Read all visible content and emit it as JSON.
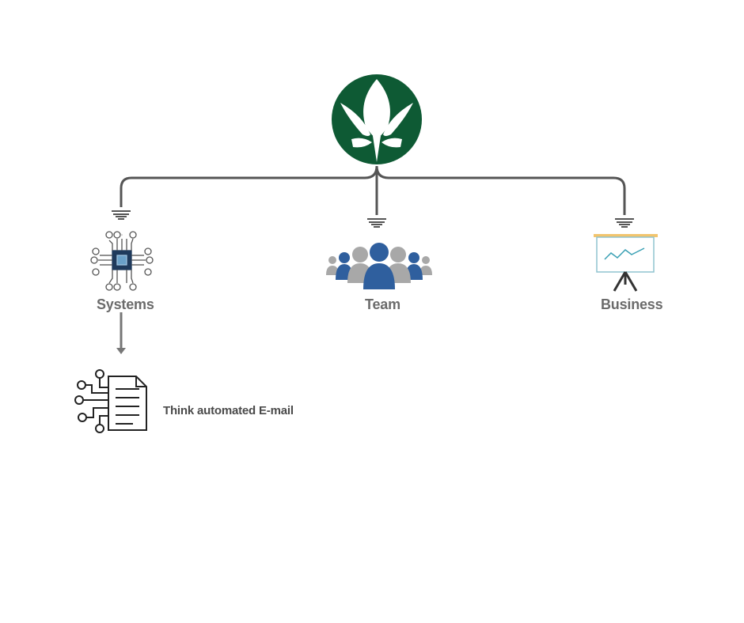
{
  "root": {
    "icon": "lotus-logo-icon",
    "color": "#0e5a34"
  },
  "nodes": [
    {
      "id": "systems",
      "label": "Systems",
      "icon": "microchip-icon"
    },
    {
      "id": "team",
      "label": "Team",
      "icon": "people-group-icon"
    },
    {
      "id": "business",
      "label": "Business",
      "icon": "presentation-board-icon"
    }
  ],
  "children": {
    "systems": {
      "label": "Think automated E-mail",
      "icon": "automated-document-icon"
    }
  },
  "colors": {
    "connector": "#555555",
    "label": "#6b6b6b",
    "people_blue": "#2f5f9e",
    "people_gray": "#a8a8a8",
    "chip": "#1f3a5c",
    "board_top": "#f2c46d",
    "board_line": "#3aa0b4"
  }
}
